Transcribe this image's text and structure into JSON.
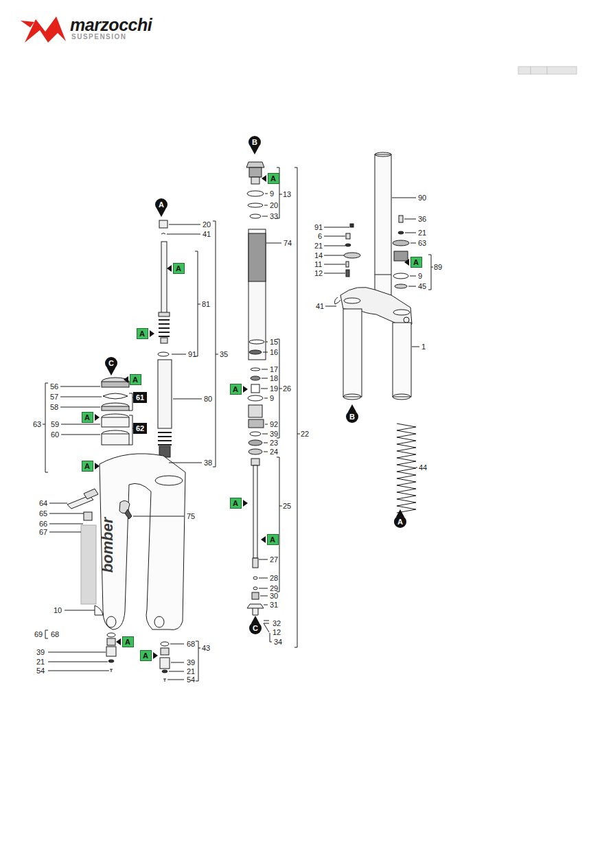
{
  "diagram": {
    "nodes": [
      {
        "text": [
          "B"
        ]
      },
      {
        "text": [
          "A"
        ]
      },
      {
        "text": [
          "A"
        ]
      },
      {
        "text": [
          "A"
        ]
      },
      {
        "text": [
          "A"
        ]
      },
      {
        "text": [
          "A"
        ]
      },
      {
        "text": [
          "C"
        ]
      },
      {
        "text": [
          "A"
        ]
      },
      {
        "text": [
          "A"
        ]
      },
      {
        "text": [
          "61"
        ]
      },
      {
        "text": [
          "B"
        ]
      },
      {
        "text": [
          "A"
        ]
      },
      {
        "text": [
          "62"
        ]
      },
      {
        "text": [
          "A"
        ]
      },
      {
        "text": [
          "A"
        ]
      },
      {
        "text": [
          "A"
        ]
      },
      {
        "text": [
          "A"
        ]
      },
      {
        "text": [
          "C"
        ]
      },
      {
        "text": [
          "A"
        ]
      },
      {
        "text": [
          "A"
        ]
      }
    ],
    "labels": [
      "marzocchi",
      "SUSPENSION",
      "bomber",
      "20",
      "41",
      "81",
      "91",
      "35",
      "80",
      "38",
      "13",
      "9",
      "20",
      "33",
      "74",
      "15",
      "16",
      "17",
      "18",
      "19",
      "26",
      "9",
      "92",
      "39",
      "22",
      "23",
      "24",
      "25",
      "27",
      "28",
      "29",
      "30",
      "31",
      "32",
      "12",
      "34",
      "56",
      "57",
      "58",
      "63",
      "59",
      "60",
      "64",
      "65",
      "66",
      "67",
      "75",
      "10",
      "69",
      "68",
      "39",
      "21",
      "54",
      "68",
      "43",
      "39",
      "21",
      "54",
      "90",
      "91",
      "6",
      "21",
      "36",
      "21",
      "63",
      "14",
      "11",
      "12",
      "89",
      "9",
      "45",
      "41",
      "1",
      "44"
    ]
  }
}
